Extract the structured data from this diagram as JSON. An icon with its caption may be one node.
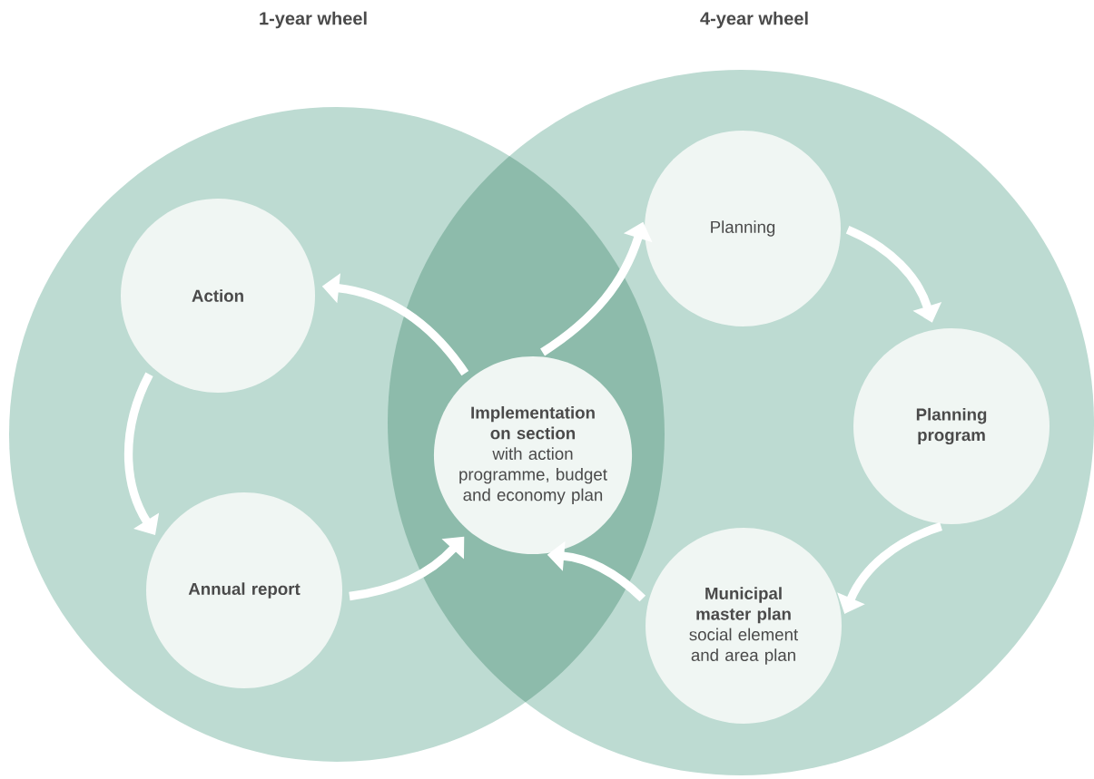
{
  "diagram": {
    "nodes": [
      {
        "text": [
          "1-year wheel"
        ]
      },
      {
        "text": [
          "4-year wheel"
        ]
      },
      {
        "text": [
          "Action"
        ],
        "in": 0
      },
      {
        "text": [
          "Annual report"
        ],
        "in": 0
      },
      {
        "text": [
          "Implementation on section",
          "with action programme, budget and economy plan"
        ]
      },
      {
        "text": [
          "Planning"
        ],
        "in": 1
      },
      {
        "text": [
          "Planning program"
        ],
        "in": 1
      },
      {
        "text": [
          "Municipal master plan",
          "social element and area plan"
        ],
        "in": 1
      }
    ],
    "edges": [
      {
        "from": 4,
        "to": 2,
        "arrow": "to"
      },
      {
        "from": 2,
        "to": 3,
        "arrow": "to"
      },
      {
        "from": 3,
        "to": 4,
        "arrow": "to"
      },
      {
        "from": 4,
        "to": 5,
        "arrow": "to"
      },
      {
        "from": 5,
        "to": 6,
        "arrow": "to"
      },
      {
        "from": 6,
        "to": 7,
        "arrow": "to"
      },
      {
        "from": 7,
        "to": 4,
        "arrow": "to"
      }
    ]
  }
}
